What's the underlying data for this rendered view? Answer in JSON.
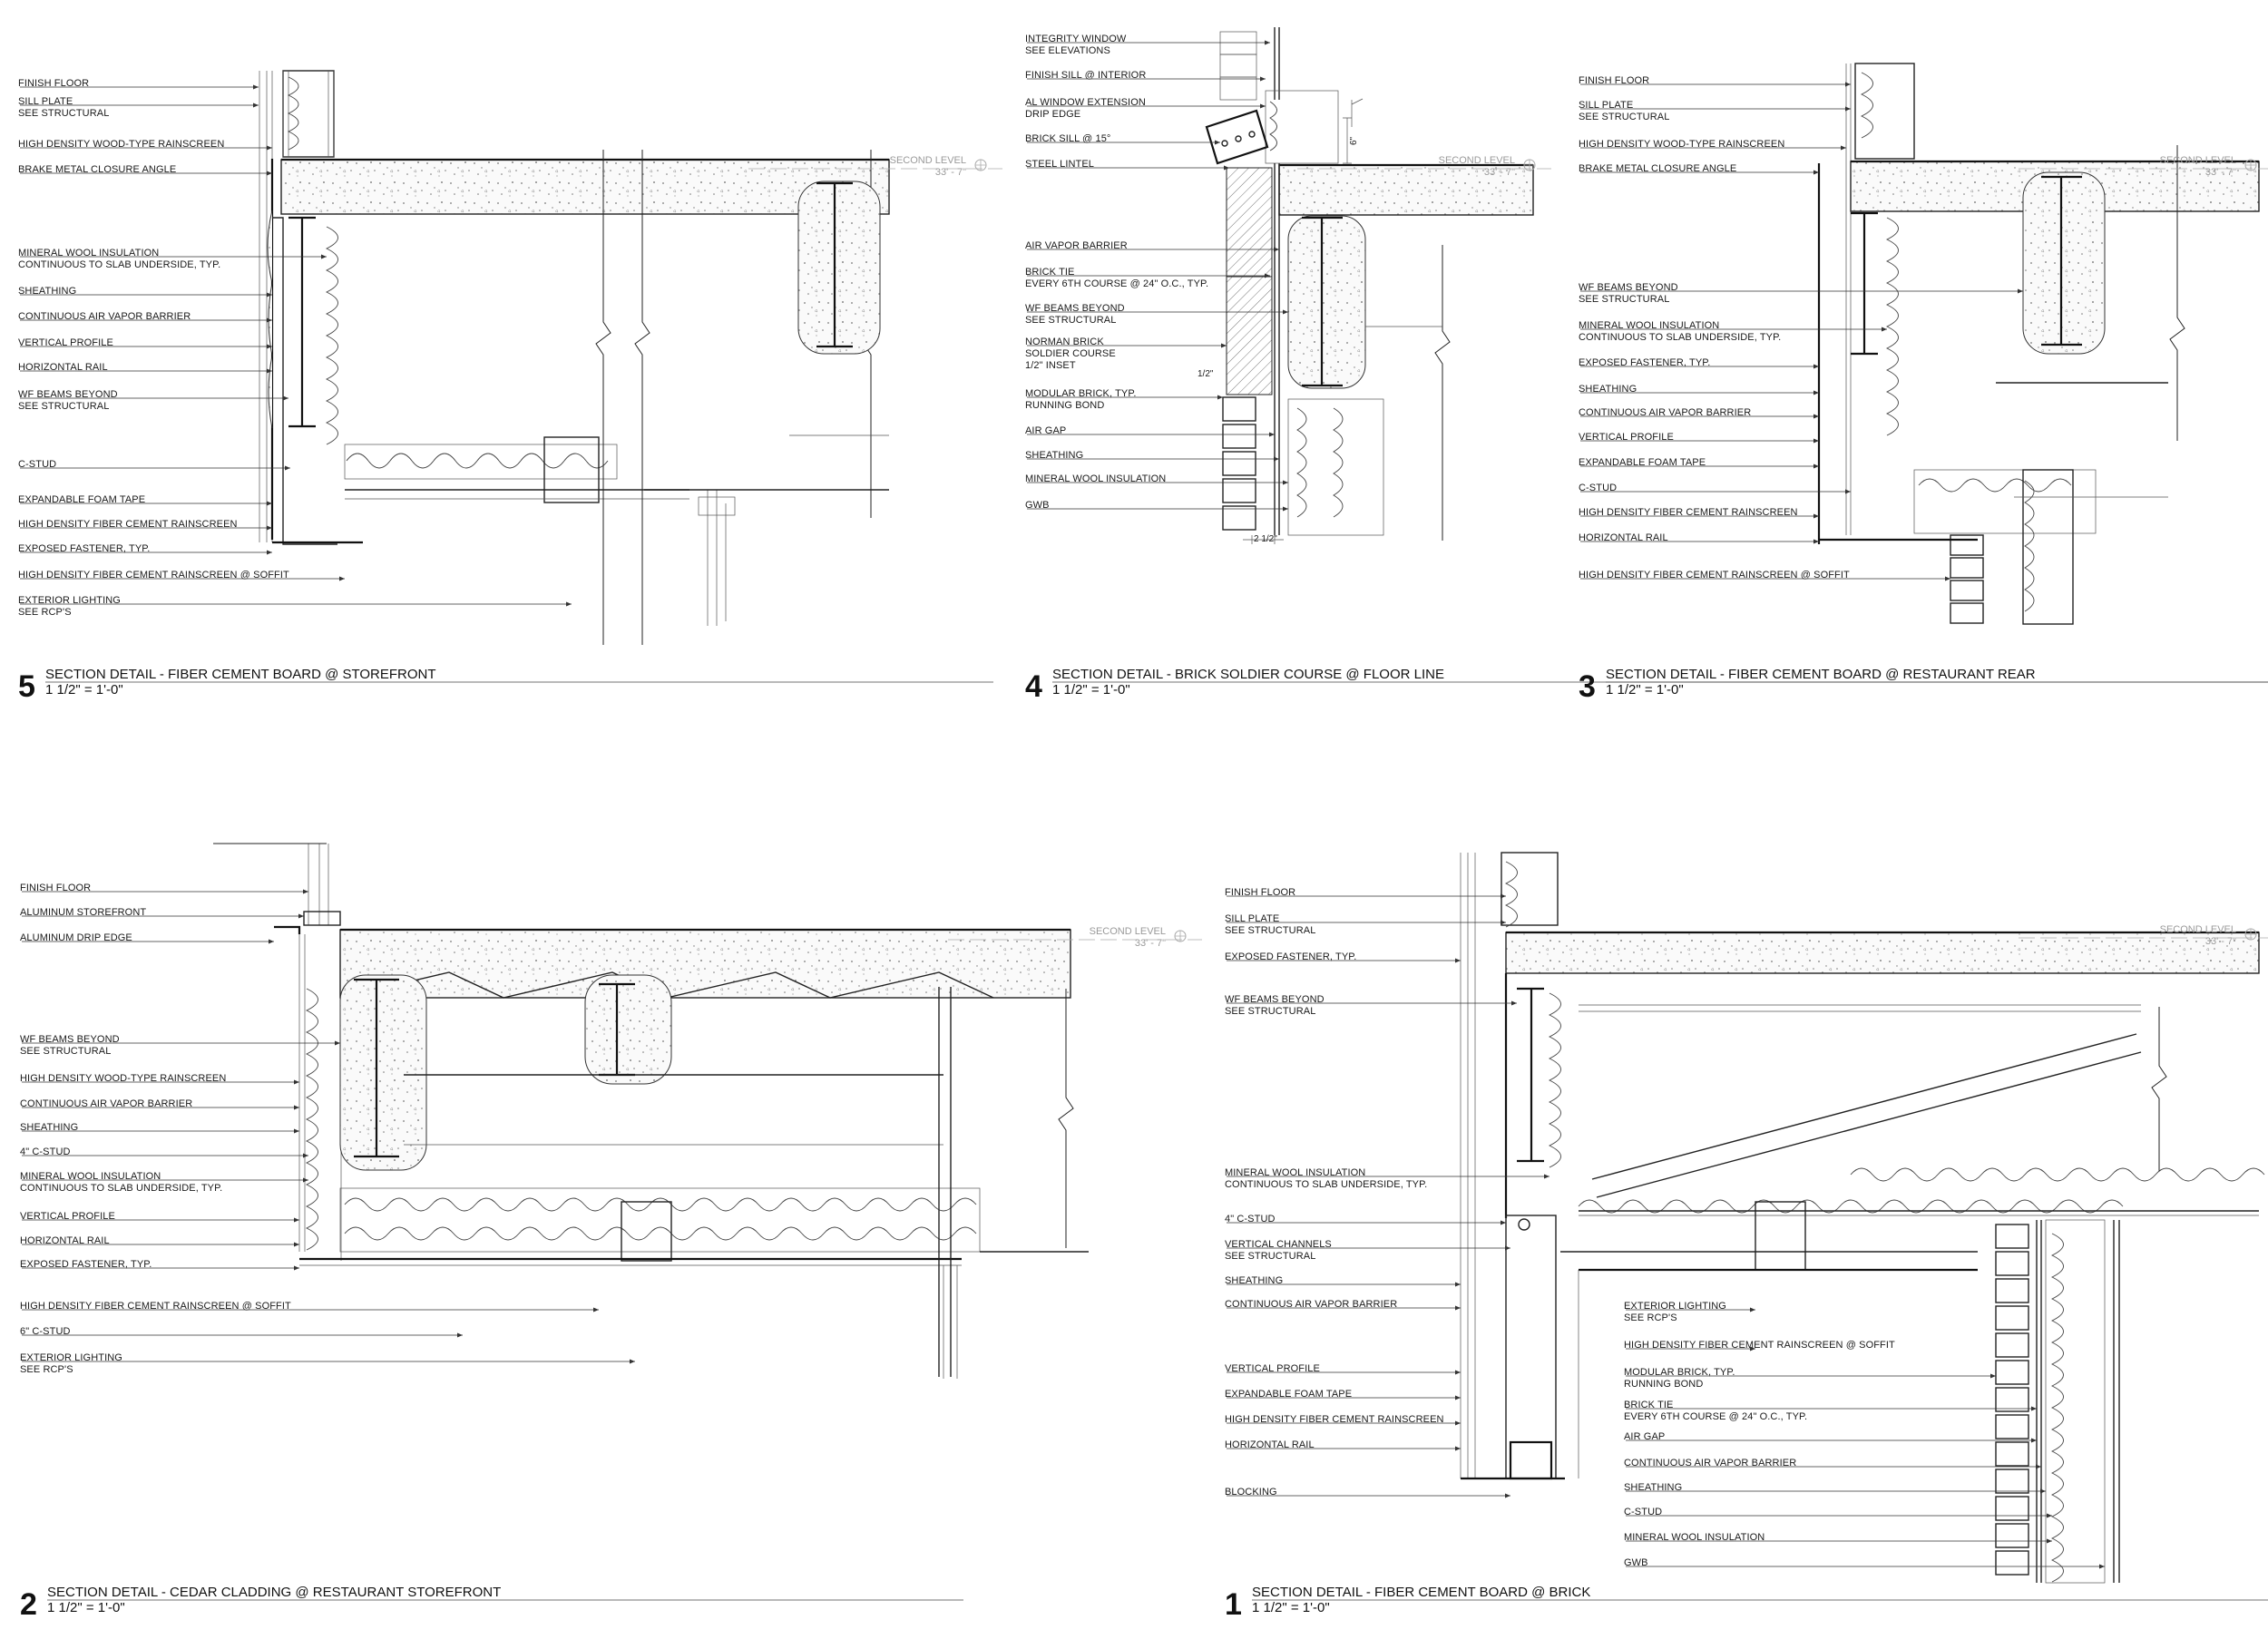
{
  "details": [
    {
      "number": "5",
      "title": "SECTION DETAIL - FIBER CEMENT BOARD @ STOREFRONT",
      "scale": "1 1/2\" = 1'-0\"",
      "level": {
        "name": "SECOND LEVEL",
        "elevation": "33' - 7\""
      },
      "labels": [
        [
          "FINISH FLOOR"
        ],
        [
          "SILL PLATE",
          "SEE STRUCTURAL"
        ],
        [
          "HIGH DENSITY WOOD-TYPE RAINSCREEN"
        ],
        [
          "BRAKE METAL CLOSURE ANGLE"
        ],
        [
          "MINERAL WOOL INSULATION",
          "CONTINUOUS TO SLAB UNDERSIDE, TYP."
        ],
        [
          "SHEATHING"
        ],
        [
          "CONTINUOUS AIR VAPOR BARRIER"
        ],
        [
          "VERTICAL PROFILE"
        ],
        [
          "HORIZONTAL RAIL"
        ],
        [
          "WF BEAMS BEYOND",
          "SEE STRUCTURAL"
        ],
        [
          "C-STUD"
        ],
        [
          "EXPANDABLE FOAM TAPE"
        ],
        [
          "HIGH DENSITY FIBER CEMENT RAINSCREEN"
        ],
        [
          "EXPOSED FASTENER, TYP."
        ],
        [
          "HIGH DENSITY FIBER CEMENT RAINSCREEN @ SOFFIT"
        ],
        [
          "EXTERIOR LIGHTING",
          "SEE RCP'S"
        ]
      ]
    },
    {
      "number": "4",
      "title": "SECTION DETAIL - BRICK SOLDIER COURSE @ FLOOR LINE",
      "scale": "1 1/2\" = 1'-0\"",
      "level": {
        "name": "SECOND LEVEL",
        "elevation": "33' - 7\""
      },
      "dims": {
        "d1": "6\"",
        "d2": "1/2\"",
        "d3": "2 1/2\""
      },
      "labels": [
        [
          "INTEGRITY WINDOW",
          "SEE ELEVATIONS"
        ],
        [
          "FINISH SILL @ INTERIOR"
        ],
        [
          "AL WINDOW EXTENSION",
          "DRIP EDGE"
        ],
        [
          "BRICK SILL @ 15°"
        ],
        [
          "STEEL LINTEL"
        ],
        [
          "AIR VAPOR BARRIER"
        ],
        [
          "BRICK TIE",
          "EVERY 6TH COURSE @ 24\" O.C., TYP."
        ],
        [
          "WF BEAMS BEYOND",
          "SEE STRUCTURAL"
        ],
        [
          "NORMAN BRICK",
          "SOLDIER COURSE",
          "1/2\" INSET"
        ],
        [
          "MODULAR BRICK, TYP.",
          "RUNNING BOND"
        ],
        [
          "AIR GAP"
        ],
        [
          "SHEATHING"
        ],
        [
          "MINERAL WOOL INSULATION"
        ],
        [
          "GWB"
        ]
      ]
    },
    {
      "number": "3",
      "title": "SECTION DETAIL - FIBER CEMENT BOARD @ RESTAURANT REAR",
      "scale": "1 1/2\" = 1'-0\"",
      "level": {
        "name": "SECOND LEVEL",
        "elevation": "33' - 7\""
      },
      "labels": [
        [
          "FINISH FLOOR"
        ],
        [
          "SILL PLATE",
          "SEE STRUCTURAL"
        ],
        [
          "HIGH DENSITY WOOD-TYPE RAINSCREEN"
        ],
        [
          "BRAKE METAL CLOSURE ANGLE"
        ],
        [
          "WF BEAMS BEYOND",
          "SEE STRUCTURAL"
        ],
        [
          "MINERAL WOOL INSULATION",
          "CONTINUOUS TO SLAB UNDERSIDE, TYP."
        ],
        [
          "EXPOSED FASTENER, TYP."
        ],
        [
          "SHEATHING"
        ],
        [
          "CONTINUOUS AIR VAPOR BARRIER"
        ],
        [
          "VERTICAL PROFILE"
        ],
        [
          "EXPANDABLE FOAM TAPE"
        ],
        [
          "C-STUD"
        ],
        [
          "HIGH DENSITY FIBER CEMENT RAINSCREEN"
        ],
        [
          "HORIZONTAL RAIL"
        ],
        [
          "HIGH DENSITY FIBER CEMENT RAINSCREEN @ SOFFIT"
        ]
      ]
    },
    {
      "number": "2",
      "title": "SECTION DETAIL - CEDAR CLADDING @ RESTAURANT STOREFRONT",
      "scale": "1 1/2\" = 1'-0\"",
      "level": {
        "name": "SECOND LEVEL",
        "elevation": "33' - 7\""
      },
      "labels": [
        [
          "FINISH FLOOR"
        ],
        [
          "ALUMINUM STOREFRONT"
        ],
        [
          "ALUMINUM DRIP EDGE"
        ],
        [
          "WF BEAMS BEYOND",
          "SEE STRUCTURAL"
        ],
        [
          "HIGH DENSITY WOOD-TYPE RAINSCREEN"
        ],
        [
          "CONTINUOUS AIR VAPOR BARRIER"
        ],
        [
          "SHEATHING"
        ],
        [
          "4\" C-STUD"
        ],
        [
          "MINERAL WOOL INSULATION",
          "CONTINUOUS TO SLAB UNDERSIDE, TYP."
        ],
        [
          "VERTICAL PROFILE"
        ],
        [
          "HORIZONTAL RAIL"
        ],
        [
          "EXPOSED FASTENER, TYP."
        ],
        [
          "HIGH DENSITY FIBER CEMENT RAINSCREEN @ SOFFIT"
        ],
        [
          "6\" C-STUD"
        ],
        [
          "EXTERIOR LIGHTING",
          "SEE RCP'S"
        ]
      ]
    },
    {
      "number": "1",
      "title": "SECTION DETAIL - FIBER CEMENT BOARD @ BRICK",
      "scale": "1 1/2\" = 1'-0\"",
      "level": {
        "name": "SECOND LEVEL",
        "elevation": "33' - 7\""
      },
      "labels_left": [
        [
          "FINISH FLOOR"
        ],
        [
          "SILL PLATE",
          "SEE STRUCTURAL"
        ],
        [
          "EXPOSED FASTENER, TYP."
        ],
        [
          "WF BEAMS BEYOND",
          "SEE STRUCTURAL"
        ],
        [
          "MINERAL WOOL INSULATION",
          "CONTINUOUS TO SLAB UNDERSIDE, TYP."
        ],
        [
          "4\" C-STUD"
        ],
        [
          "VERTICAL CHANNELS",
          "SEE STRUCTURAL"
        ],
        [
          "SHEATHING"
        ],
        [
          "CONTINUOUS AIR VAPOR BARRIER"
        ],
        [
          "VERTICAL PROFILE"
        ],
        [
          "EXPANDABLE FOAM TAPE"
        ],
        [
          "HIGH DENSITY FIBER CEMENT RAINSCREEN"
        ],
        [
          "HORIZONTAL RAIL"
        ],
        [
          "BLOCKING"
        ]
      ],
      "labels_right": [
        [
          "EXTERIOR LIGHTING",
          "SEE RCP'S"
        ],
        [
          "HIGH DENSITY FIBER CEMENT RAINSCREEN @ SOFFIT"
        ],
        [
          "MODULAR BRICK, TYP.",
          "RUNNING BOND"
        ],
        [
          "BRICK TIE",
          "EVERY 6TH COURSE @ 24\" O.C., TYP."
        ],
        [
          "AIR GAP"
        ],
        [
          "CONTINUOUS AIR VAPOR BARRIER"
        ],
        [
          "SHEATHING"
        ],
        [
          "C-STUD"
        ],
        [
          "MINERAL WOOL INSULATION"
        ],
        [
          "GWB"
        ]
      ]
    }
  ]
}
